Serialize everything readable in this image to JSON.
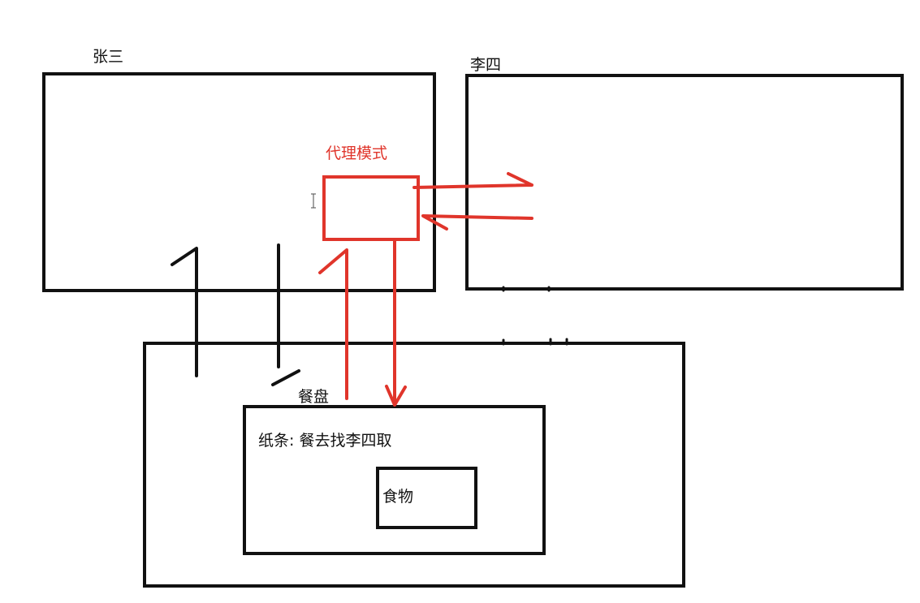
{
  "labels": {
    "zhangsan": "张三",
    "lisi": "李四",
    "proxy": "代理模式",
    "tray": "餐盘",
    "note": "纸条: 餐去找李四取",
    "food": "食物"
  },
  "colors": {
    "ink": "#111111",
    "red": "#e0352b",
    "background": "#ffffff"
  },
  "icons": {
    "cursor": "text-cursor-icon"
  }
}
